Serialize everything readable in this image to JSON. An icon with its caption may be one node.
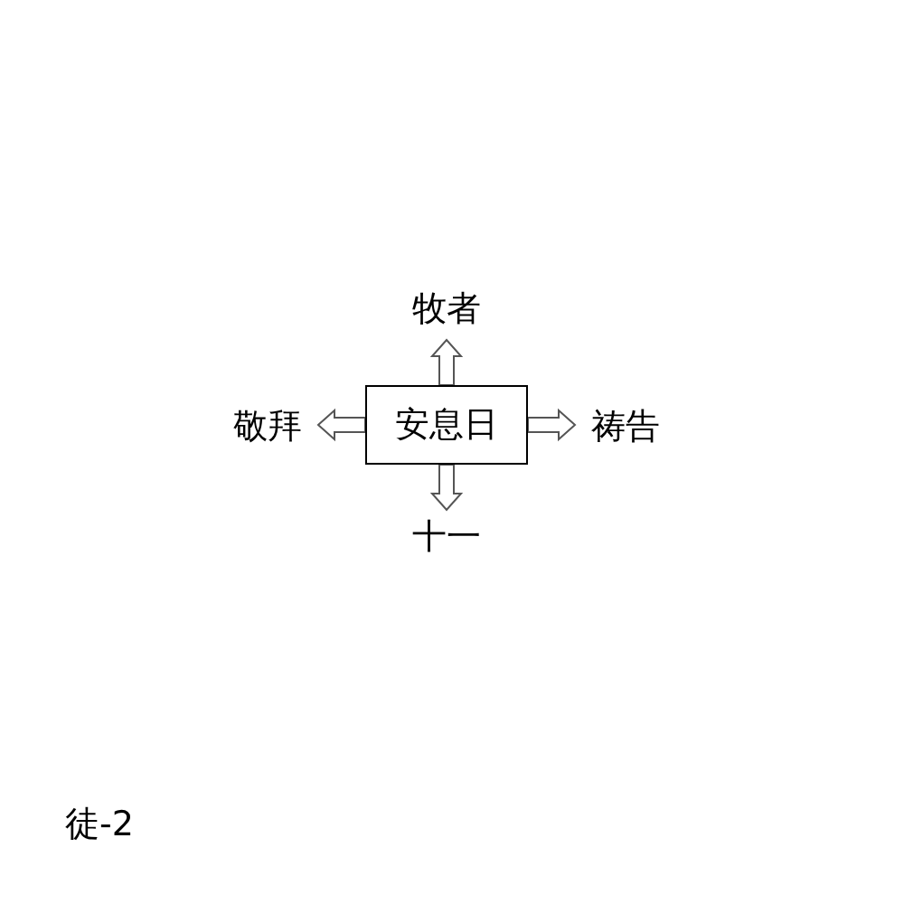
{
  "diagram": {
    "nodes": [
      {
        "text": [
          "安息日"
        ]
      },
      {
        "text": [
          "牧者"
        ]
      },
      {
        "text": [
          "祷告"
        ]
      },
      {
        "text": [
          "十一"
        ]
      },
      {
        "text": [
          "敬拜"
        ]
      }
    ],
    "edges": [
      {
        "from": 0,
        "to": 1,
        "arrow": "to"
      },
      {
        "from": 0,
        "to": 2,
        "arrow": "to"
      },
      {
        "from": 0,
        "to": 3,
        "arrow": "to"
      },
      {
        "from": 0,
        "to": 4,
        "arrow": "to"
      }
    ],
    "labels": [
      "徒-2"
    ]
  }
}
